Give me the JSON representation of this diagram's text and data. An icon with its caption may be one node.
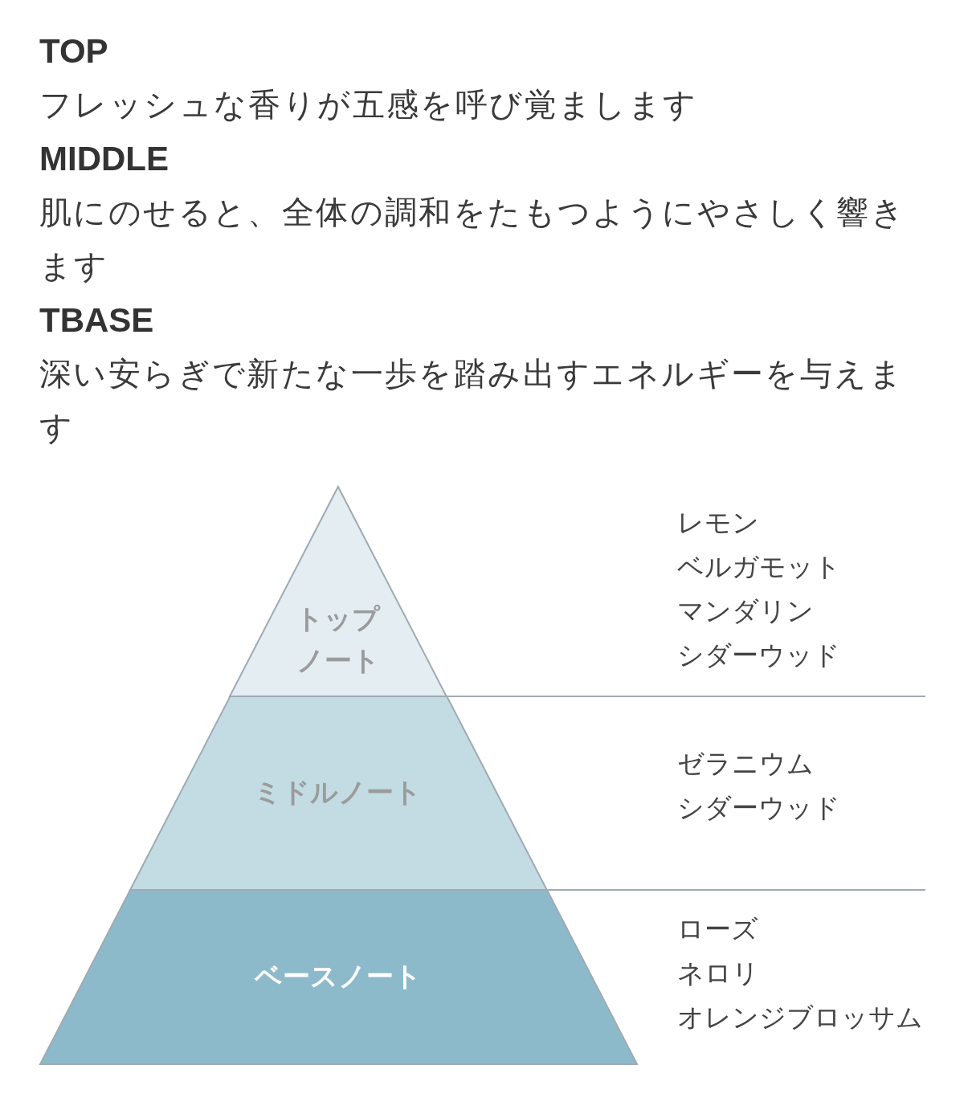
{
  "diagram": {
    "nodes": [
      {
        "text": [
          "トップノート"
        ],
        "beside": [
          "レモン",
          "ベルガモット",
          "マンダリン",
          "シダーウッド"
        ]
      },
      {
        "text": [
          "ミドルノート"
        ],
        "beside": [
          "ゼラニウム",
          "シダーウッド"
        ]
      },
      {
        "text": [
          "ベースノート"
        ],
        "beside": [
          "ローズ",
          "ネロリ",
          "オレンジブロッサム"
        ]
      }
    ],
    "labels": [
      "TOP",
      "フレッシュな香りが五感を呼び覚まします",
      "MIDDLE",
      "肌にのせると、全体の調和をたもつようにやさしく響きます",
      "TBASE",
      "深い安らぎで新たな一歩を踏み出すエネルギーを与えます"
    ]
  }
}
